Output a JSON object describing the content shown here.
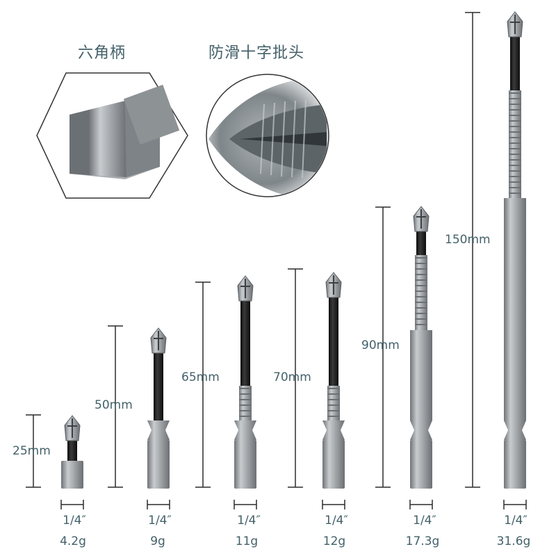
{
  "titles": {
    "hex_shank": "六角柄",
    "cross_tip": "防滑十字批头"
  },
  "bits": [
    {
      "length": "25mm",
      "shank": "1/4″",
      "weight": "4.2g"
    },
    {
      "length": "50mm",
      "shank": "1/4″",
      "weight": "9g"
    },
    {
      "length": "65mm",
      "shank": "1/4″",
      "weight": "11g"
    },
    {
      "length": "70mm",
      "shank": "1/4″",
      "weight": "12g"
    },
    {
      "length": "90mm",
      "shank": "1/4″",
      "weight": "17.3g"
    },
    {
      "length": "150mm",
      "shank": "1/4″",
      "weight": "31.6g"
    }
  ],
  "colors": {
    "text": "#44616a",
    "measure_line": "#2b2b2b",
    "steel": "#9a9ea2",
    "black_neck": "#1c1c1c"
  }
}
